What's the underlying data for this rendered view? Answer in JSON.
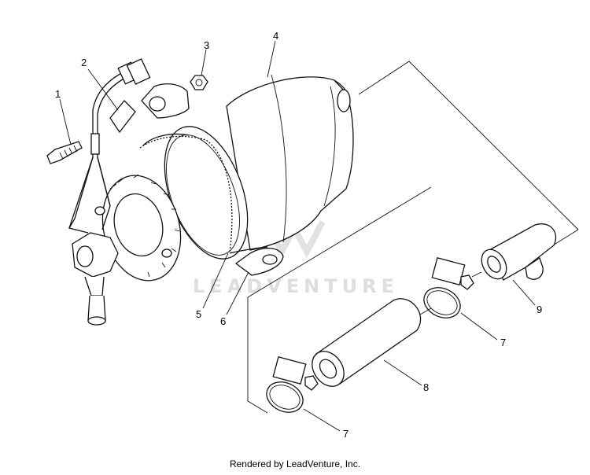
{
  "callouts": [
    "1",
    "2",
    "3",
    "4",
    "5",
    "6",
    "7",
    "7",
    "8",
    "9"
  ],
  "watermark": "LEADVENTURE",
  "footer": "Rendered by LeadVenture, Inc."
}
